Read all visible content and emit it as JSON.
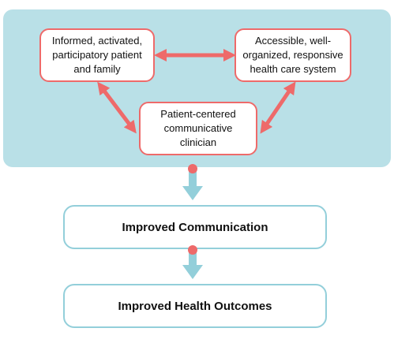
{
  "nodes": {
    "patient": "Informed, activated, participatory patient and family",
    "system": "Accessible, well-organized, responsive health care system",
    "clinician": "Patient-centered communicative clinician",
    "communication": "Improved Communication",
    "outcomes": "Improved Health Outcomes"
  },
  "colors": {
    "panel": "#b9e0e7",
    "red_accent": "#ee6a6a",
    "blue_accent": "#93cfda"
  }
}
